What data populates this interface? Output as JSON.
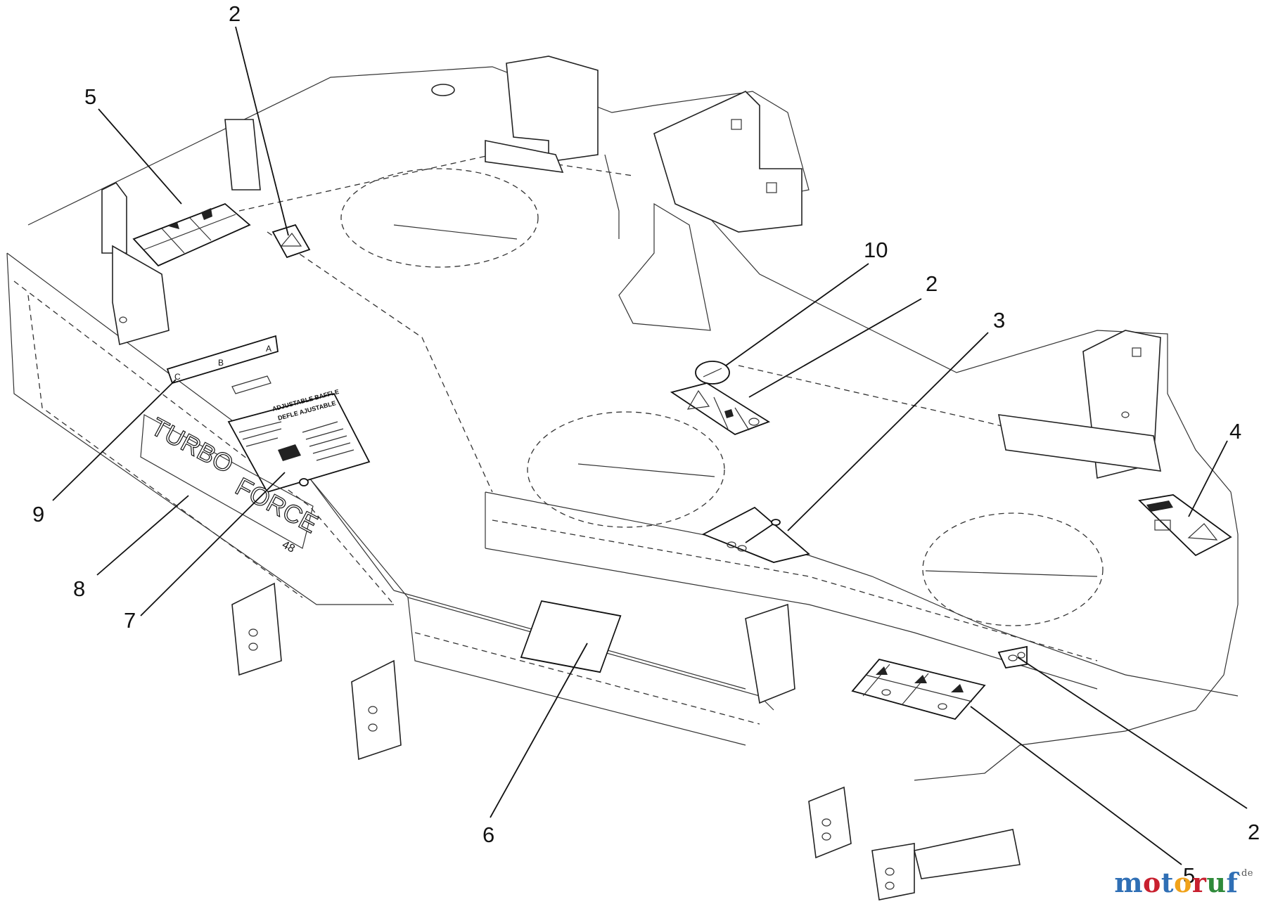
{
  "callouts": [
    {
      "id": "c-2-top",
      "label": "2"
    },
    {
      "id": "c-5-top",
      "label": "5"
    },
    {
      "id": "c-10",
      "label": "10"
    },
    {
      "id": "c-2-mid",
      "label": "2"
    },
    {
      "id": "c-3",
      "label": "3"
    },
    {
      "id": "c-4",
      "label": "4"
    },
    {
      "id": "c-9",
      "label": "9"
    },
    {
      "id": "c-8",
      "label": "8"
    },
    {
      "id": "c-7",
      "label": "7"
    },
    {
      "id": "c-6",
      "label": "6"
    },
    {
      "id": "c-2-bottom",
      "label": "2"
    },
    {
      "id": "c-5-bottom",
      "label": "5"
    }
  ],
  "deck_branding": {
    "line1": "TURBO",
    "line2": "FORCE",
    "size": "48"
  },
  "decal_text": {
    "adjustable_title_1": "ADJUSTABLE BAFFLE",
    "adjustable_title_2": "DEFLE AJUSTABLE",
    "height_marks": [
      "A",
      "B",
      "C"
    ]
  },
  "watermark": {
    "letters": [
      "m",
      "o",
      "t",
      "o",
      "r",
      "u",
      "f"
    ],
    "colors": [
      "#2f6fb5",
      "#c8202f",
      "#2f6fb5",
      "#f0a21a",
      "#c8202f",
      "#2f8a3a",
      "#2f6fb5"
    ],
    "suffix": ".de"
  }
}
